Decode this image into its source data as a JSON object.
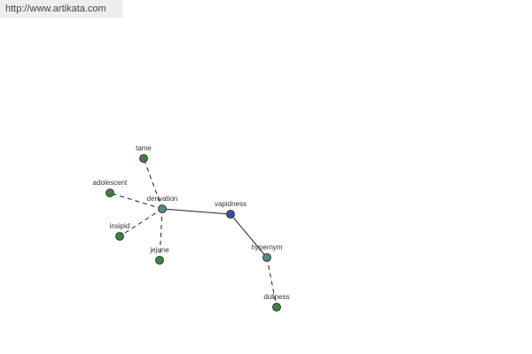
{
  "header": {
    "url": "http://www.artikata.com"
  },
  "colors": {
    "center": "#3f4f9a",
    "relation": "#4d8a8a",
    "term": "#3f7f3f",
    "stroke": "#222222"
  },
  "graph": {
    "nodes": [
      {
        "id": "vapidness",
        "label": "vapidness",
        "kind": "center"
      },
      {
        "id": "derivation",
        "label": "derivation",
        "kind": "relation"
      },
      {
        "id": "hypernym",
        "label": "hypernym",
        "kind": "relation"
      },
      {
        "id": "tame",
        "label": "tame",
        "kind": "term"
      },
      {
        "id": "adolescent",
        "label": "adolescent",
        "kind": "term"
      },
      {
        "id": "insipid",
        "label": "insipid",
        "kind": "term"
      },
      {
        "id": "jejune",
        "label": "jejune",
        "kind": "term"
      },
      {
        "id": "dullness",
        "label": "dullness",
        "kind": "term"
      }
    ],
    "edges": [
      {
        "from": "vapidness",
        "to": "derivation",
        "style": "solid"
      },
      {
        "from": "vapidness",
        "to": "hypernym",
        "style": "solid"
      },
      {
        "from": "derivation",
        "to": "tame",
        "style": "dashed"
      },
      {
        "from": "derivation",
        "to": "adolescent",
        "style": "dashed"
      },
      {
        "from": "derivation",
        "to": "insipid",
        "style": "dashed"
      },
      {
        "from": "derivation",
        "to": "jejune",
        "style": "dashed"
      },
      {
        "from": "hypernym",
        "to": "dullness",
        "style": "dashed"
      }
    ]
  }
}
